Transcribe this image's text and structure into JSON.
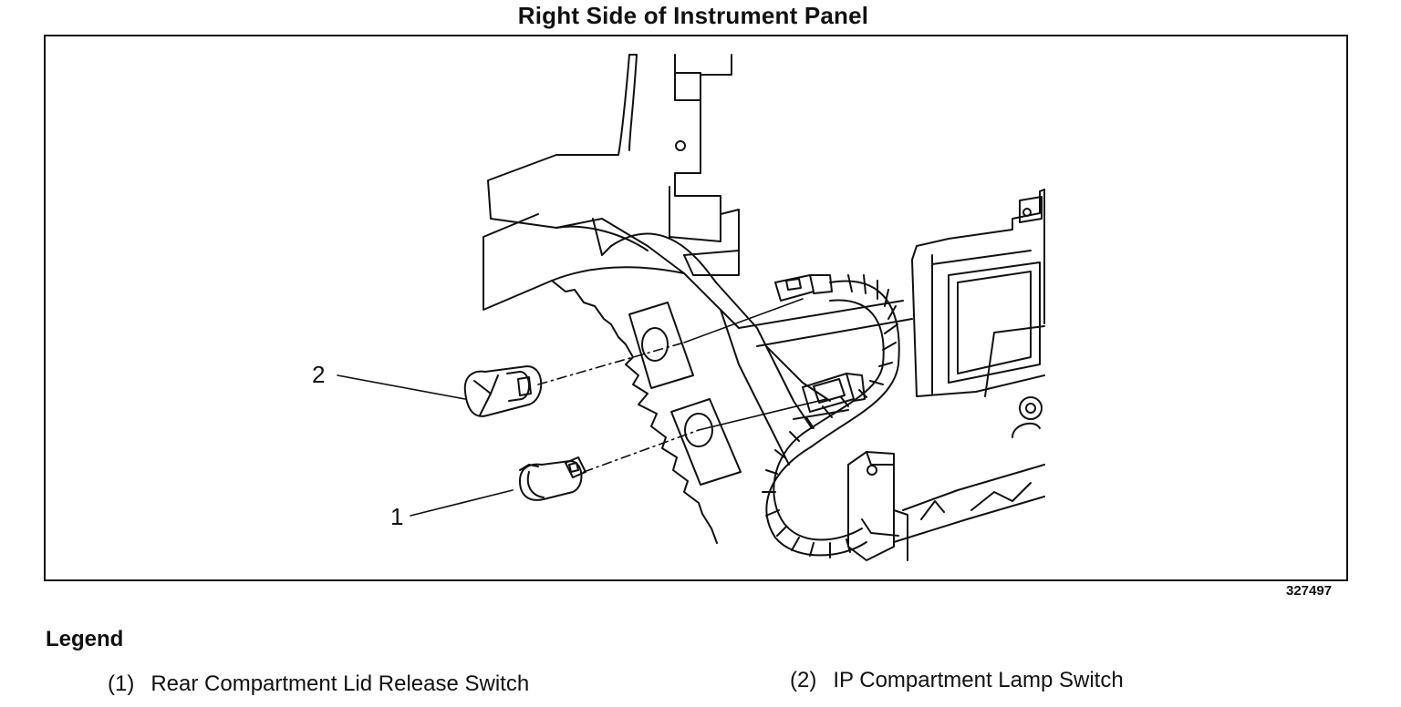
{
  "title": "Right Side of Instrument Panel",
  "figure_id": "327497",
  "callouts": [
    "1",
    "2"
  ],
  "legend": {
    "heading": "Legend",
    "items": [
      {
        "number": "(1)",
        "label": "Rear Compartment Lid Release Switch"
      },
      {
        "number": "(2)",
        "label": "IP Compartment Lamp Switch"
      }
    ]
  }
}
